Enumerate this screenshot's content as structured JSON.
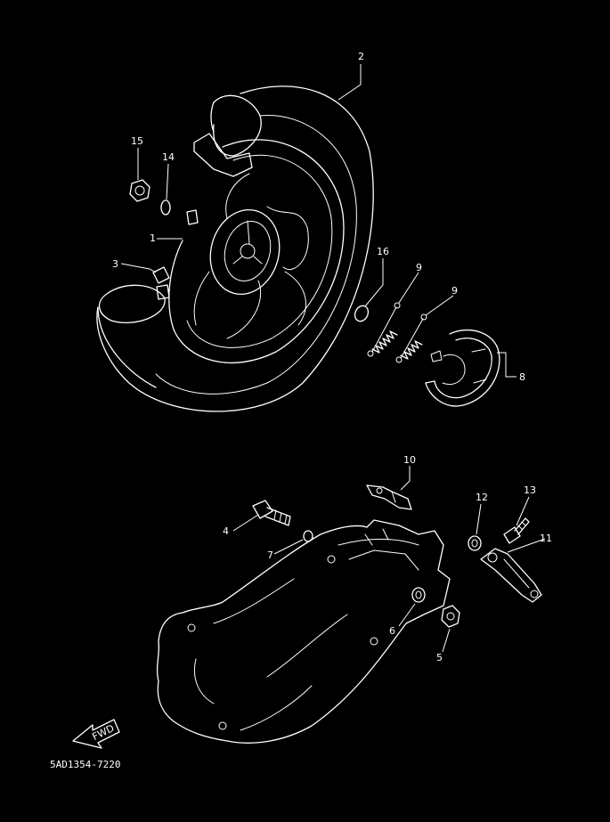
{
  "colors": {
    "background": "#000000",
    "line": "#ffffff"
  },
  "callouts": {
    "c1": "1",
    "c2": "2",
    "c3": "3",
    "c4": "4",
    "c5": "5",
    "c6": "6",
    "c7": "7",
    "c8": "8",
    "c9a": "9",
    "c9b": "9",
    "c10": "10",
    "c11": "11",
    "c12": "12",
    "c13": "13",
    "c14": "14",
    "c15": "15",
    "c16": "16"
  },
  "fwd_label": "FWD",
  "diagram_code": "5AD1354-7220"
}
